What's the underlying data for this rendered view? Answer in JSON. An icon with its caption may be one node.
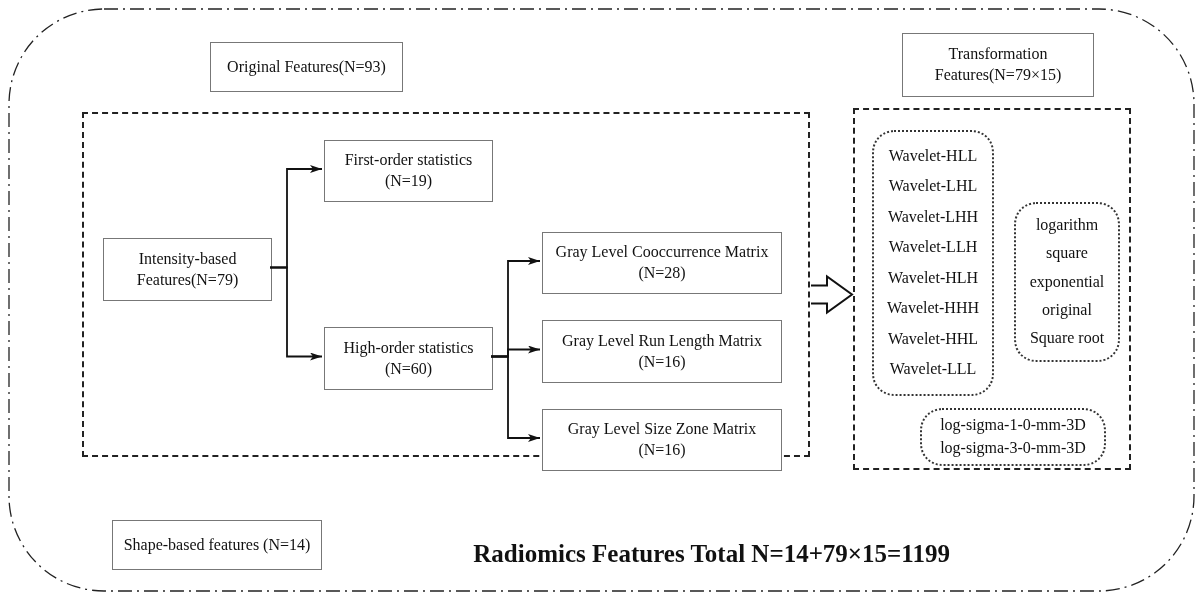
{
  "diagram": {
    "nodes": [
      {
        "text": [
          "Radiomics Features Total N=14+79×15=1199"
        ]
      },
      {
        "text": [
          "Original Features(N=93)"
        ],
        "in": 0
      },
      {
        "text": [],
        "shape": "box",
        "in": 0
      },
      {
        "text": [
          "Intensity-based Features(N=79)"
        ],
        "in": 2
      },
      {
        "text": [
          "First-order statistics (N=19)"
        ],
        "in": 2
      },
      {
        "text": [
          "High-order statistics (N=60)"
        ],
        "in": 2
      },
      {
        "text": [
          "Gray Level Cooccurrence Matrix (N=28)"
        ],
        "in": 2
      },
      {
        "text": [
          "Gray Level Run Length Matrix (N=16)"
        ],
        "in": 2
      },
      {
        "text": [
          "Gray Level Size Zone Matrix (N=16)"
        ],
        "in": 2
      },
      {
        "text": [
          "Transformation Features(N=79×15)"
        ],
        "in": 0
      },
      {
        "text": [],
        "shape": "box",
        "in": 0
      },
      {
        "text": [
          "Wavelet-HLL",
          "Wavelet-LHL",
          "Wavelet-LHH",
          "Wavelet-LLH",
          "Wavelet-HLH",
          "Wavelet-HHH",
          "Wavelet-HHL",
          "Wavelet-LLL"
        ],
        "in": 10
      },
      {
        "text": [
          "logarithm",
          "square",
          "exponential",
          "original",
          "Square root"
        ],
        "in": 10
      },
      {
        "text": [
          "log-sigma-1-0-mm-3D",
          "log-sigma-3-0-mm-3D"
        ],
        "in": 10
      },
      {
        "text": [
          "Shape-based features (N=14)"
        ],
        "in": 0
      }
    ],
    "edges": [
      {
        "from": 3,
        "to": 4,
        "arrow": "to"
      },
      {
        "from": 3,
        "to": 5,
        "arrow": "to"
      },
      {
        "from": 5,
        "to": 6,
        "arrow": "to"
      },
      {
        "from": 5,
        "to": 7,
        "arrow": "to"
      },
      {
        "from": 5,
        "to": 8,
        "arrow": "to"
      },
      {
        "from": 2,
        "to": 10,
        "arrow": "to",
        "style": "thick"
      }
    ]
  }
}
